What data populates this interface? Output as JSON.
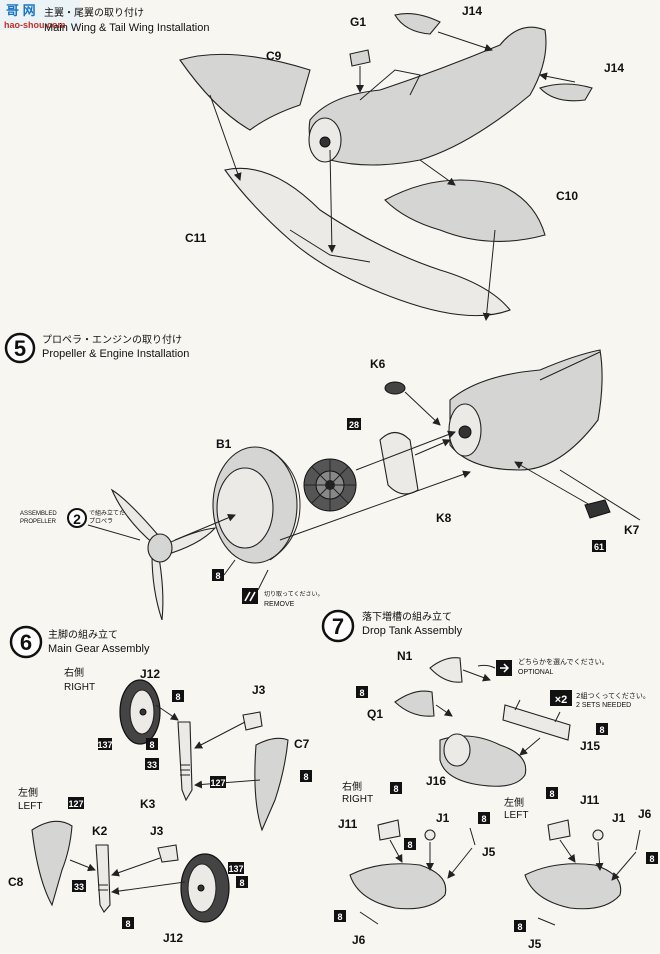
{
  "watermark": {
    "line1": "哥 网",
    "line2": "hao-shou.com"
  },
  "step4": {
    "title_jp": "主翼・尾翼の取り付け",
    "title_en": "Main Wing & Tail Wing Installation"
  },
  "step5": {
    "number": "5",
    "title_jp": "プロペラ・エンジンの取り付け",
    "title_en": "Propeller & Engine Installation"
  },
  "step6": {
    "number": "6",
    "title_jp": "主脚の組み立て",
    "title_en": "Main Gear Assembly"
  },
  "step7": {
    "number": "7",
    "title_jp": "落下増槽の組み立て",
    "title_en": "Drop Tank Assembly"
  },
  "parts": {
    "g1": "G1",
    "j14a": "J14",
    "j14b": "J14",
    "c9": "C9",
    "c10": "C10",
    "c11": "C11",
    "k6": "K6",
    "b1": "B1",
    "k8": "K8",
    "k7": "K7",
    "j12a": "J12",
    "j3a": "J3",
    "c7": "C7",
    "k3": "K3",
    "c8": "C8",
    "k2": "K2",
    "j3b": "J3",
    "j12b": "J12",
    "n1": "N1",
    "q1": "Q1",
    "j15": "J15",
    "j16": "J16",
    "j11a": "J11",
    "j1a": "J1",
    "j5a": "J5",
    "j6a": "J6",
    "j11b": "J11",
    "j1b": "J1",
    "j6b": "J6",
    "j5b": "J5"
  },
  "paint": {
    "p28": "28",
    "p61": "61",
    "p8": "8",
    "p127": "127",
    "p137": "137",
    "p33": "33"
  },
  "notes": {
    "assembled_jp": "で組み立てた\nプロペラ",
    "assembled_en": "ASSEMBLED\nPROPELLER",
    "assembled_ref": "2",
    "remove_jp": "切り取ってください。",
    "remove_en": "REMOVE",
    "optional_jp": "どちらかを選んでください。",
    "optional_en": "OPTIONAL",
    "x2": "×2",
    "sets_jp": "2組つくってください。",
    "sets_en": "2 SETS NEEDED",
    "right_jp": "右側",
    "right_en": "RIGHT",
    "left_jp": "左側",
    "left_en": "LEFT"
  }
}
